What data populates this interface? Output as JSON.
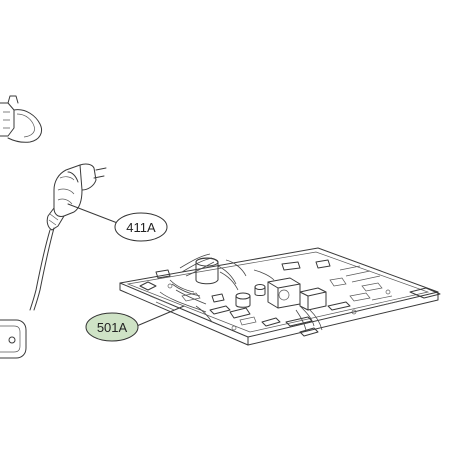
{
  "callouts": [
    {
      "id": "plug",
      "label": "411A",
      "fill": "#ffffff"
    },
    {
      "id": "pcb",
      "label": "501A",
      "fill": "#cfe3c6"
    }
  ]
}
